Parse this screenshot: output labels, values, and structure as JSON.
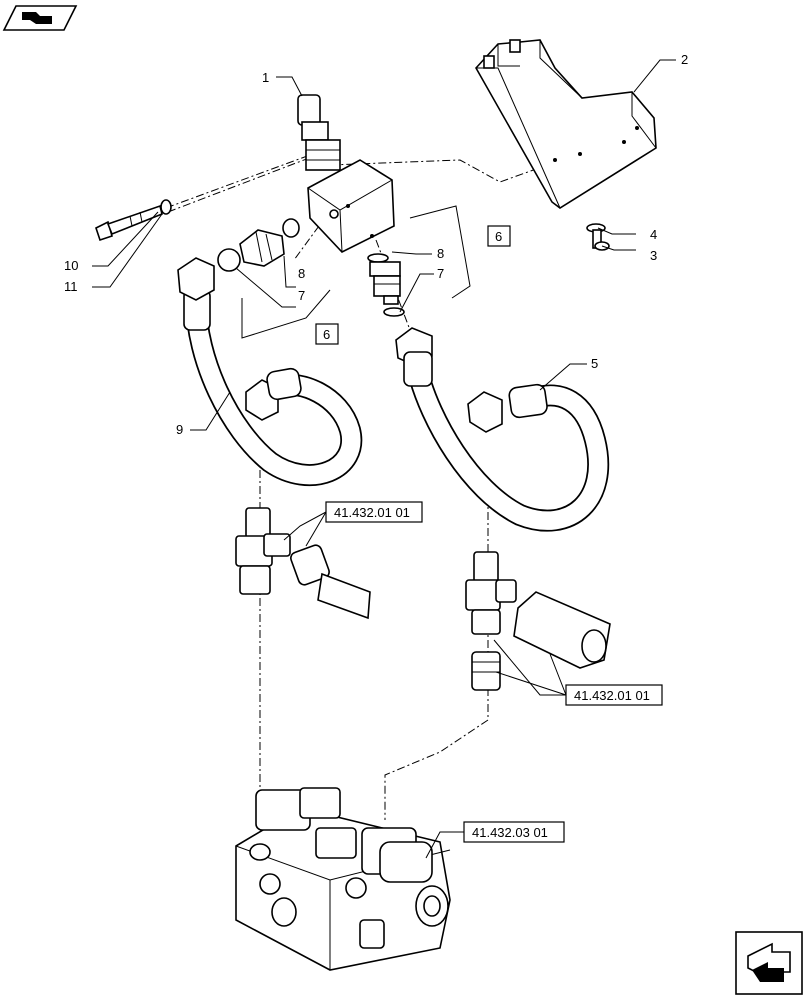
{
  "callouts": {
    "c1": "1",
    "c2": "2",
    "c3": "3",
    "c4": "4",
    "c5": "5",
    "c6a": "6",
    "c6b": "6",
    "c7a": "7",
    "c7b": "7",
    "c8a": "8",
    "c8b": "8",
    "c9": "9",
    "c10": "10",
    "c11": "11"
  },
  "references": {
    "ref_fitting_left": "41.432.01 01",
    "ref_fitting_right": "41.432.01 01",
    "ref_valve": "41.432.03 01"
  },
  "icons": {
    "top_left": "book-arrow-icon",
    "bottom_right": "next-page-arrow-icon"
  }
}
